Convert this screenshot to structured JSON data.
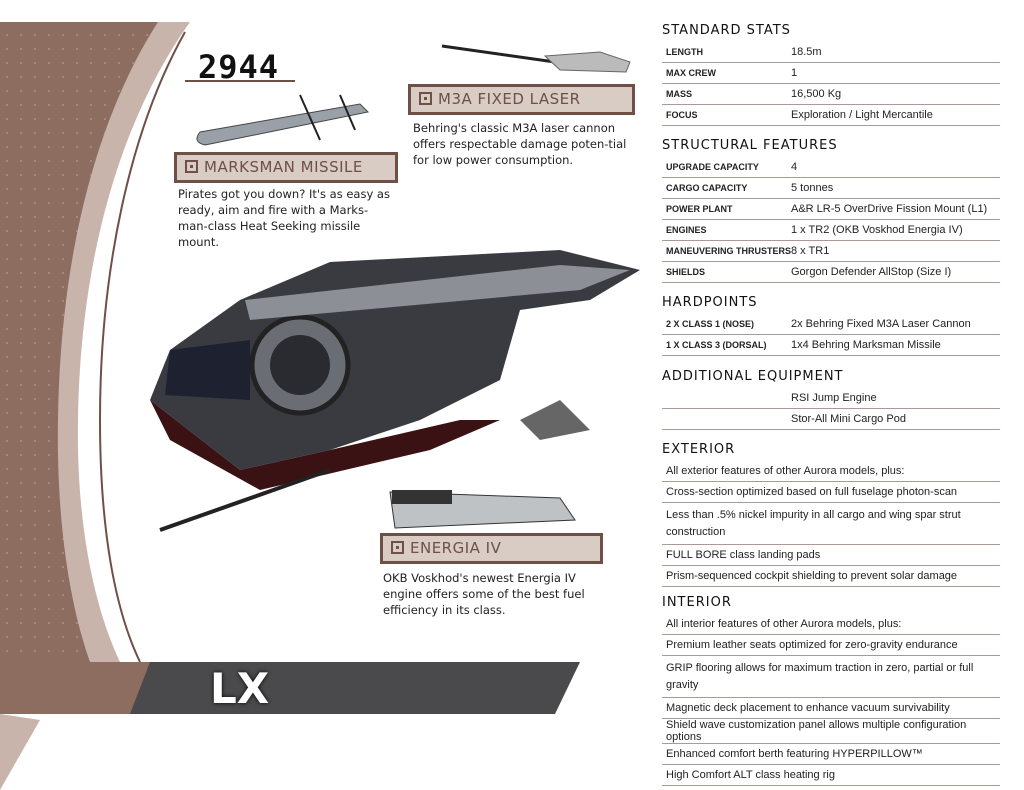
{
  "year": "2944",
  "model": "LX",
  "components": [
    {
      "title": "M3A FIXED LASER",
      "desc": "Behring's classic M3A laser cannon offers respectable damage poten-tial for low power consumption."
    },
    {
      "title": "MARKSMAN MISSILE",
      "desc": "Pirates got you down? It's as easy as ready, aim and fire with a Marks-man-class Heat Seeking missile mount."
    },
    {
      "title": "ENERGIA IV",
      "desc": "OKB Voskhod's newest Energia IV engine offers some of the best fuel efficiency in its class."
    }
  ],
  "standard_stats": {
    "title": "STANDARD STATS",
    "rows": [
      [
        "LENGTH",
        "18.5m"
      ],
      [
        "MAX CREW",
        "1"
      ],
      [
        "MASS",
        "16,500 Kg"
      ],
      [
        "FOCUS",
        "Exploration / Light Mercantile"
      ]
    ]
  },
  "structural": {
    "title": "STRUCTURAL FEATURES",
    "rows": [
      [
        "UPGRADE CAPACITY",
        "4"
      ],
      [
        "CARGO CAPACITY",
        "5 tonnes"
      ],
      [
        "POWER PLANT",
        "A&R LR-5 OverDrive Fission Mount (L1)"
      ],
      [
        "ENGINES",
        "1 x TR2 (OKB Voskhod Energia IV)"
      ],
      [
        "MANEUVERING THRUSTERS",
        "8 x TR1"
      ],
      [
        "SHIELDS",
        "Gorgon Defender AllStop (Size I)"
      ]
    ]
  },
  "hardpoints": {
    "title": "HARDPOINTS",
    "rows": [
      [
        "2 X CLASS 1 (NOSE)",
        "2x Behring Fixed M3A Laser Cannon"
      ],
      [
        "1 X CLASS 3 (DORSAL)",
        "1x4 Behring Marksman Missile"
      ]
    ]
  },
  "additional": {
    "title": "ADDITIONAL EQUIPMENT",
    "rows": [
      [
        "",
        "RSI Jump Engine"
      ],
      [
        "",
        "Stor-All Mini Cargo Pod"
      ]
    ]
  },
  "exterior": {
    "title": "EXTERIOR",
    "rows": [
      "All exterior features of other Aurora models, plus:",
      "Cross-section optimized based on full fuselage photon-scan",
      "Less than .5% nickel impurity in all cargo and wing spar strut construction",
      "FULL BORE class landing pads",
      "Prism-sequenced cockpit shielding to prevent solar damage"
    ]
  },
  "interior": {
    "title": "INTERIOR",
    "rows": [
      "All interior features of other Aurora models, plus:",
      "Premium leather seats optimized for zero-gravity endurance",
      "GRIP flooring allows for maximum traction in zero, partial or full gravity",
      "Magnetic deck placement to enhance vacuum survivability",
      "Shield wave customization panel allows multiple configuration options",
      "Enhanced comfort berth featuring HYPERPILLOW™",
      "High Comfort ALT class heating rig"
    ]
  },
  "colors": {
    "brown": "#6e5046",
    "label_bg": "#d9ccc5",
    "band_dark": "#8d6d60",
    "band_light": "#c8b4aa"
  }
}
